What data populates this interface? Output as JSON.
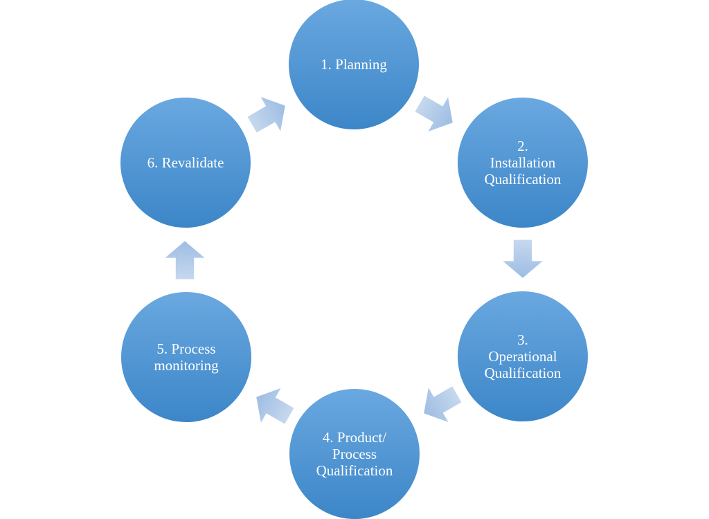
{
  "colors": {
    "circle_top": "#6aa8e0",
    "circle_bottom": "#3c86c8",
    "arrow_light": "#c6d8ee",
    "arrow_dark": "#9dbde3",
    "text": "#ffffff"
  },
  "steps": [
    {
      "label": "1. Planning"
    },
    {
      "label": "2.\nInstallation\nQualification"
    },
    {
      "label": "3.\nOperational\nQualification"
    },
    {
      "label": "4. Product/\nProcess\nQualification"
    },
    {
      "label": "5. Process\nmonitoring"
    },
    {
      "label": "6. Revalidate"
    }
  ],
  "arrows": [
    {
      "name": "arrow-1-to-2-icon"
    },
    {
      "name": "arrow-2-to-3-icon"
    },
    {
      "name": "arrow-3-to-4-icon"
    },
    {
      "name": "arrow-4-to-5-icon"
    },
    {
      "name": "arrow-5-to-6-icon"
    },
    {
      "name": "arrow-6-to-1-icon"
    }
  ]
}
